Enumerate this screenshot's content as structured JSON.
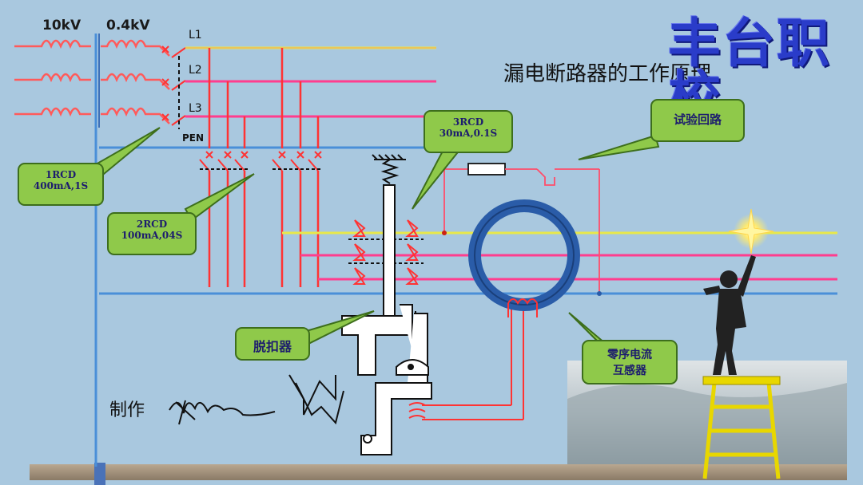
{
  "title": "漏电断路器的工作原理",
  "watermark": "丰台职校",
  "voltages": {
    "hv": "10kV",
    "lv": "0.4kV"
  },
  "lines": {
    "l1": "L1",
    "l2": "L2",
    "l3": "L3",
    "pen": "PEN"
  },
  "callouts": {
    "rcd1": {
      "line1": "1RCD",
      "line2": "400mA,1S"
    },
    "rcd2": {
      "line1": "2RCD",
      "line2": "100mA,04S"
    },
    "rcd3": {
      "line1": "3RCD",
      "line2": "30mA,0.1S"
    },
    "test_loop": "试验回路",
    "trip": "脱扣器",
    "ct": {
      "line1": "零序电流",
      "line2": "互感器"
    }
  },
  "credit": {
    "label": "制作"
  },
  "colors": {
    "background": "#a9c8df",
    "phase_red": "#ff3333",
    "phase_pink": "#ff3d8e",
    "phase_yellow": "#e8e84a",
    "pen_blue": "#4a8fd8",
    "callout_green": "#8fc94a",
    "watermark_blue": "#2a3cc9"
  }
}
